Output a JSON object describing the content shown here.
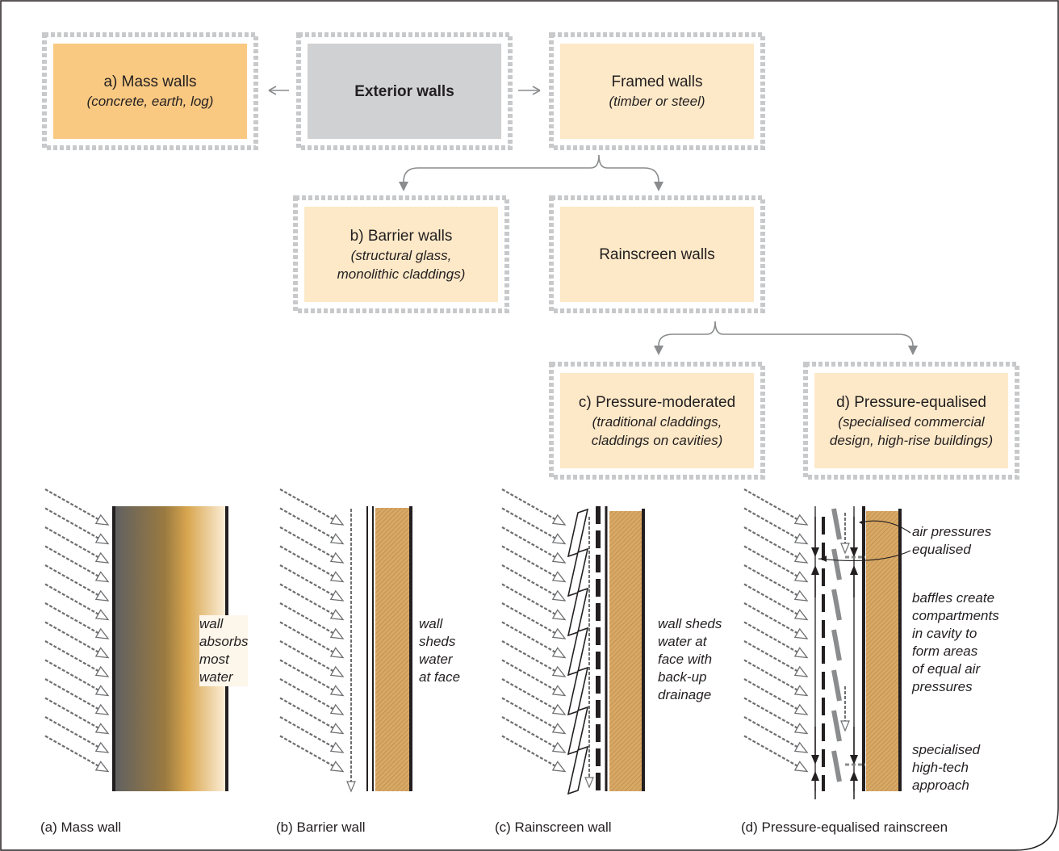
{
  "colors": {
    "mass_fill": "#f9c982",
    "light_fill": "#fde9c8",
    "grey_fill": "#d0d1d3",
    "dotted_border": "#c8c9cb",
    "arrow": "#8a8c8e",
    "frame": "#231f20",
    "timber": "#d8a866"
  },
  "boxes": {
    "mass": {
      "title": "a) Mass walls",
      "subtitle": "(concrete, earth, log)"
    },
    "exterior": {
      "title": "Exterior walls"
    },
    "framed": {
      "title": "Framed walls",
      "subtitle": "(timber or steel)"
    },
    "barrier": {
      "title": "b) Barrier walls",
      "subtitle": "(structural glass,\nmonolithic claddings)"
    },
    "rainscreen": {
      "title": "Rainscreen walls"
    },
    "moderated": {
      "title": "c) Pressure-moderated",
      "subtitle": "(traditional claddings,\ncladdings on cavities)"
    },
    "equalised": {
      "title": "d) Pressure-equalised",
      "subtitle": "(specialised commercial\ndesign, high-rise buildings)"
    }
  },
  "annotations": {
    "mass": "wall\nabsorbs\nmost\nwater",
    "barrier": "wall\nsheds\nwater\nat face",
    "rainscreen": "wall sheds\nwater at\nface with\nback-up\ndrainage",
    "air": "air pressures\nequalised",
    "baffles": "baffles create\ncompartments\nin cavity to\nform areas\nof equal air\npressures",
    "hightech": "specialised\nhigh-tech\napproach"
  },
  "captions": {
    "a": "(a)  Mass wall",
    "b": "(b)  Barrier wall",
    "c": "(c)  Rainscreen wall",
    "d": "(d)  Pressure-equalised rainscreen"
  }
}
